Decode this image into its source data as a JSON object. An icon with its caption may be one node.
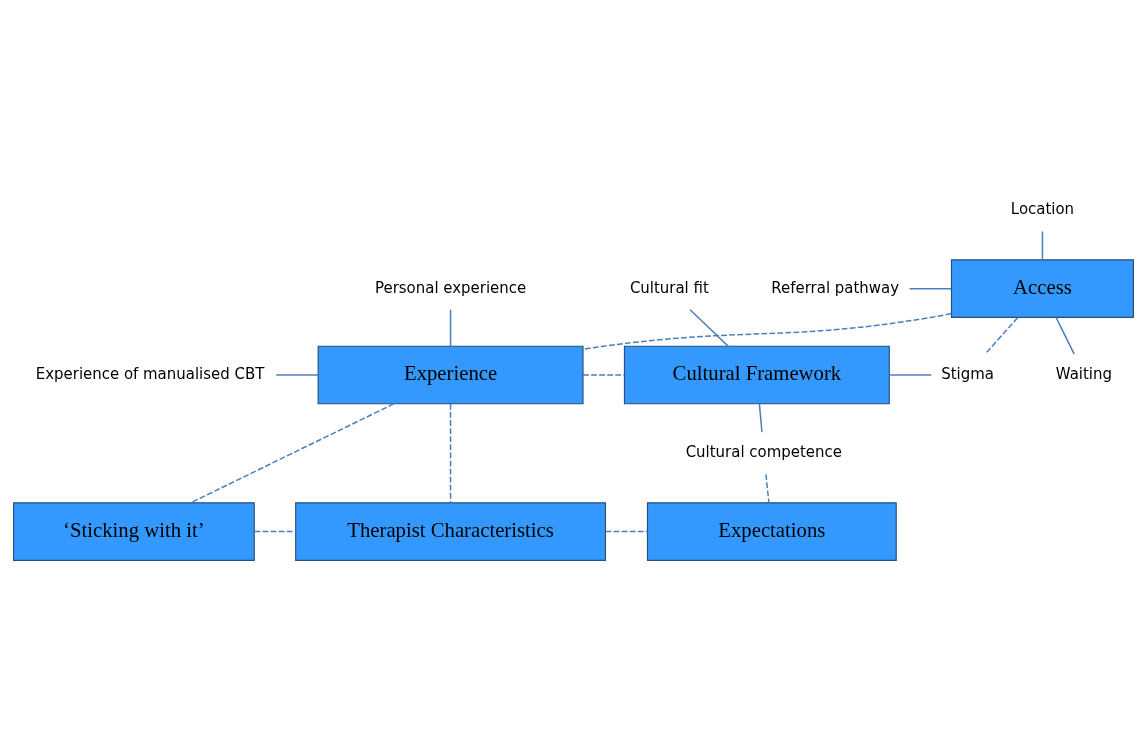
{
  "diagram": {
    "nodes": [
      {
        "text": [
          "Access"
        ]
      },
      {
        "text": [
          "Location"
        ]
      },
      {
        "text": [
          "Referral pathway"
        ]
      },
      {
        "text": [
          "Waiting"
        ]
      },
      {
        "text": [
          "Experience"
        ]
      },
      {
        "text": [
          "Personal experience"
        ]
      },
      {
        "text": [
          "Experience of manualised CBT"
        ]
      },
      {
        "text": [
          "Cultural Framework"
        ]
      },
      {
        "text": [
          "Cultural fit"
        ]
      },
      {
        "text": [
          "Stigma"
        ]
      },
      {
        "text": [
          "Cultural competence"
        ]
      },
      {
        "text": [
          "‘Sticking with it’"
        ]
      },
      {
        "text": [
          "Therapist Characteristics"
        ]
      },
      {
        "text": [
          "Expectations"
        ]
      }
    ],
    "edges": [
      {
        "from": 1,
        "to": 0,
        "arrow": "none"
      },
      {
        "from": 2,
        "to": 0,
        "arrow": "none"
      },
      {
        "from": 0,
        "to": 3,
        "arrow": "none"
      },
      {
        "from": 0,
        "to": 9,
        "arrow": "none",
        "style": "dashed"
      },
      {
        "from": 0,
        "to": 4,
        "arrow": "none",
        "style": "dashed"
      },
      {
        "from": 5,
        "to": 4,
        "arrow": "none"
      },
      {
        "from": 6,
        "to": 4,
        "arrow": "none"
      },
      {
        "from": 4,
        "to": 7,
        "arrow": "none",
        "style": "dashed"
      },
      {
        "from": 8,
        "to": 7,
        "arrow": "none"
      },
      {
        "from": 7,
        "to": 9,
        "arrow": "none"
      },
      {
        "from": 7,
        "to": 10,
        "arrow": "none"
      },
      {
        "from": 4,
        "to": 11,
        "arrow": "none",
        "style": "dashed"
      },
      {
        "from": 4,
        "to": 12,
        "arrow": "none",
        "style": "dashed"
      },
      {
        "from": 10,
        "to": 13,
        "arrow": "none",
        "style": "dashed"
      },
      {
        "from": 11,
        "to": 12,
        "arrow": "none",
        "style": "dashed"
      },
      {
        "from": 12,
        "to": 13,
        "arrow": "none",
        "style": "dashed"
      }
    ]
  }
}
